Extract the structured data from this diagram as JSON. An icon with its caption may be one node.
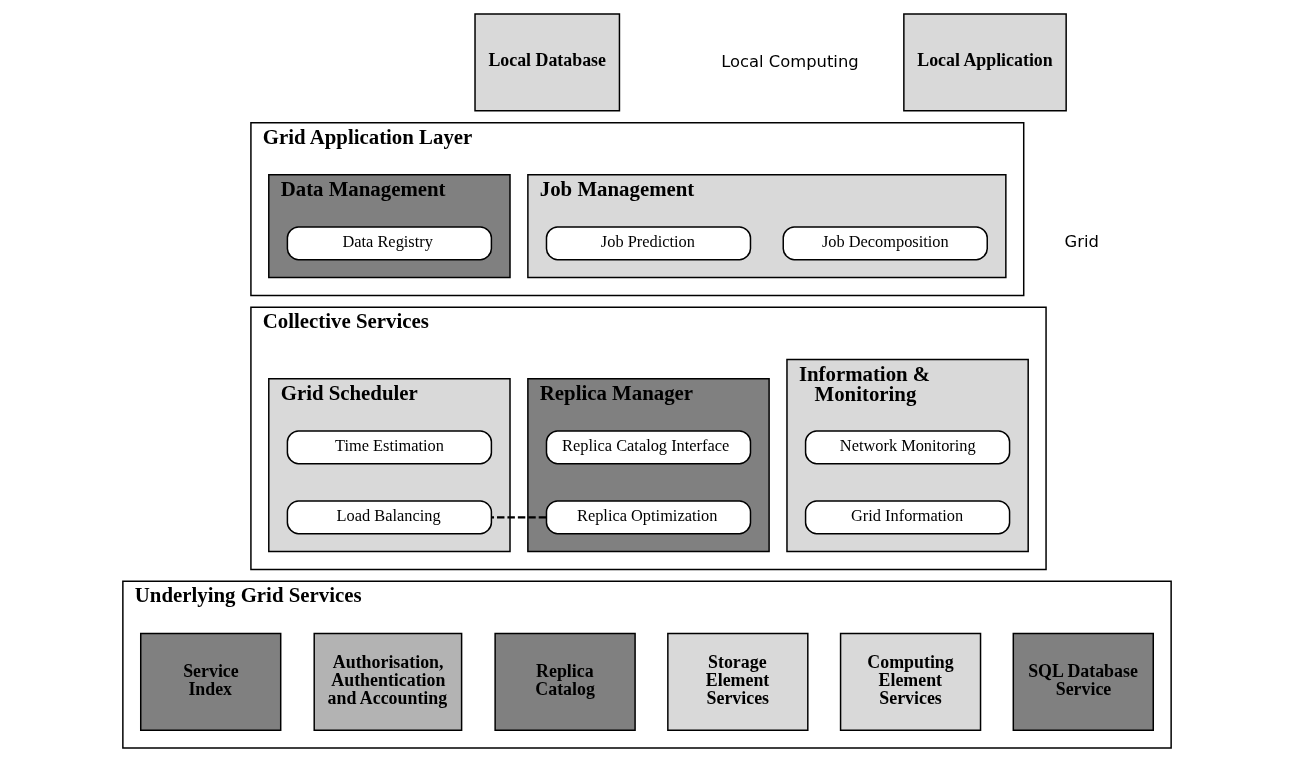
{
  "diagram": {
    "nodes": [
      {
        "text": [
          "Local Application"
        ]
      },
      {
        "text": [
          "Local Database"
        ]
      },
      {
        "text": [
          "Grid Application Layer"
        ]
      },
      {
        "text": [
          "Job Management"
        ],
        "in": 2
      },
      {
        "text": [
          "Job Decomposition"
        ],
        "in": 3
      },
      {
        "text": [
          "Job Prediction"
        ],
        "in": 3
      },
      {
        "text": [
          "Data Management"
        ],
        "in": 2
      },
      {
        "text": [
          "Data Registry"
        ],
        "in": 6
      },
      {
        "text": [
          "Collective Services"
        ]
      },
      {
        "text": [
          "Information & Monitoring"
        ],
        "in": 8
      },
      {
        "text": [
          "Network Monitoring"
        ],
        "in": 9
      },
      {
        "text": [
          "Grid Information"
        ],
        "in": 9
      },
      {
        "text": [
          "Replica Manager"
        ],
        "in": 8
      },
      {
        "text": [
          "Replica Catalog Interface"
        ],
        "in": 12
      },
      {
        "text": [
          "Replica Optimization"
        ],
        "in": 12
      },
      {
        "text": [
          "Grid Scheduler"
        ],
        "in": 8
      },
      {
        "text": [
          "Time Estimation"
        ],
        "in": 15
      },
      {
        "text": [
          "Load Balancing"
        ],
        "in": 15
      },
      {
        "text": [
          "Underlying Grid Services"
        ]
      },
      {
        "text": [
          "SQL Database Service"
        ],
        "in": 18
      },
      {
        "text": [
          "Computing Element Services"
        ],
        "in": 18
      },
      {
        "text": [
          "Storage Element Services"
        ],
        "in": 18
      },
      {
        "text": [
          "Replica Catalog"
        ],
        "in": 18
      },
      {
        "text": [
          "Authorisation, Authentication and Accounting"
        ],
        "in": 18
      },
      {
        "text": [
          "Service Index"
        ],
        "in": 18
      }
    ],
    "edges": [
      {
        "from": 14,
        "to": 17,
        "arrow": "none",
        "style": "dashed"
      }
    ],
    "labels": [
      "Local Computing",
      "Grid"
    ]
  }
}
